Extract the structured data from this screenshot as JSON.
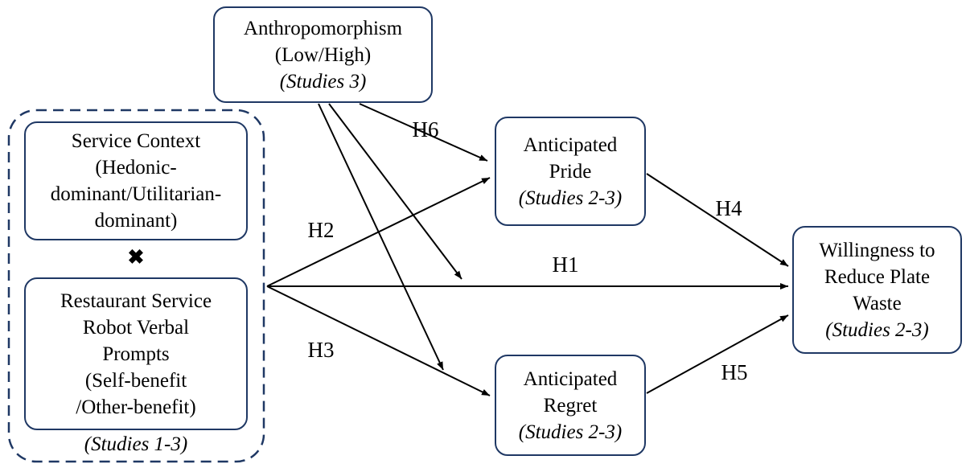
{
  "diagram": {
    "anthropomorphism": {
      "line1": "Anthropomorphism",
      "line2": "(Low/High)",
      "studies": "(Studies 3)"
    },
    "service_context": {
      "line1": "Service Context",
      "line2": "(Hedonic-",
      "line3": "dominant/Utilitarian-",
      "line4": "dominant)"
    },
    "interaction_mark": "✖",
    "robot_prompts": {
      "line1": "Restaurant Service",
      "line2": "Robot Verbal",
      "line3": "Prompts",
      "line4": "(Self-benefit",
      "line5": "/Other-benefit)"
    },
    "iv_group_studies": "(Studies 1-3)",
    "anticipated_pride": {
      "line1": "Anticipated",
      "line2": "Pride",
      "studies": "(Studies 2-3)"
    },
    "anticipated_regret": {
      "line1": "Anticipated",
      "line2": "Regret",
      "studies": "(Studies 2-3)"
    },
    "willingness": {
      "line1": "Willingness to",
      "line2": "Reduce Plate",
      "line3": "Waste",
      "studies": "(Studies 2-3)"
    },
    "path_labels": {
      "h1": "H1",
      "h2": "H2",
      "h3": "H3",
      "h4": "H4",
      "h5": "H5",
      "h6": "H6"
    },
    "colors": {
      "box_border": "#1f3864",
      "arrow": "#000000",
      "text": "#000000",
      "background": "#ffffff"
    }
  }
}
